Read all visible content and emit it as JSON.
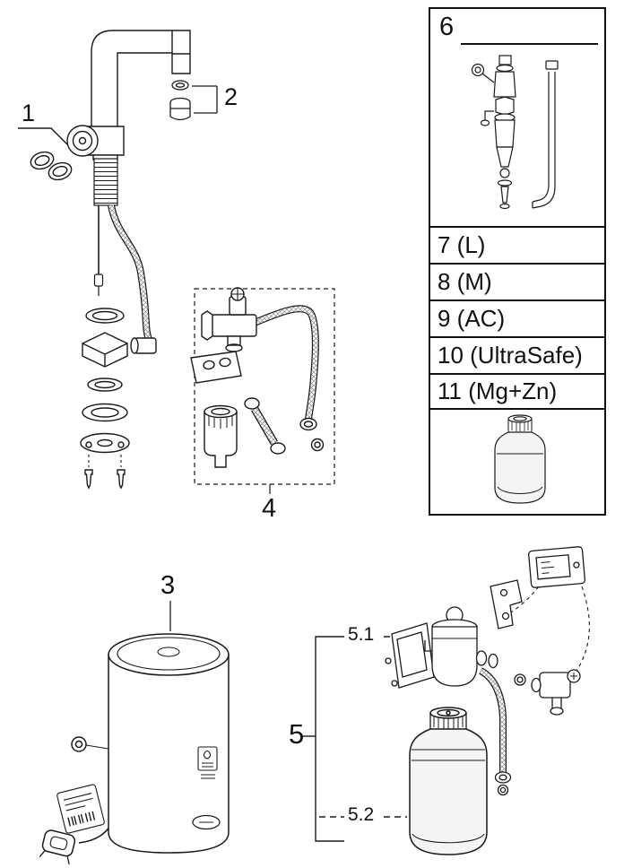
{
  "diagram": {
    "background": "#ffffff",
    "line_color": "#1a1a1a",
    "description": "Exploded spare-parts diagram of a kitchen faucet with boiler and filter system"
  },
  "callouts": {
    "part1": "1",
    "part2": "2",
    "part3": "3",
    "part4": "4",
    "part5": "5",
    "part5_1": "5.1",
    "part5_2": "5.2",
    "part6": "6"
  },
  "parts_list": {
    "rows": [
      {
        "label": "7 (L)"
      },
      {
        "label": "8 (M)"
      },
      {
        "label": "9 (AC)"
      },
      {
        "label": "10 (UltraSafe)"
      },
      {
        "label": "11 (Mg+Zn)"
      }
    ]
  }
}
